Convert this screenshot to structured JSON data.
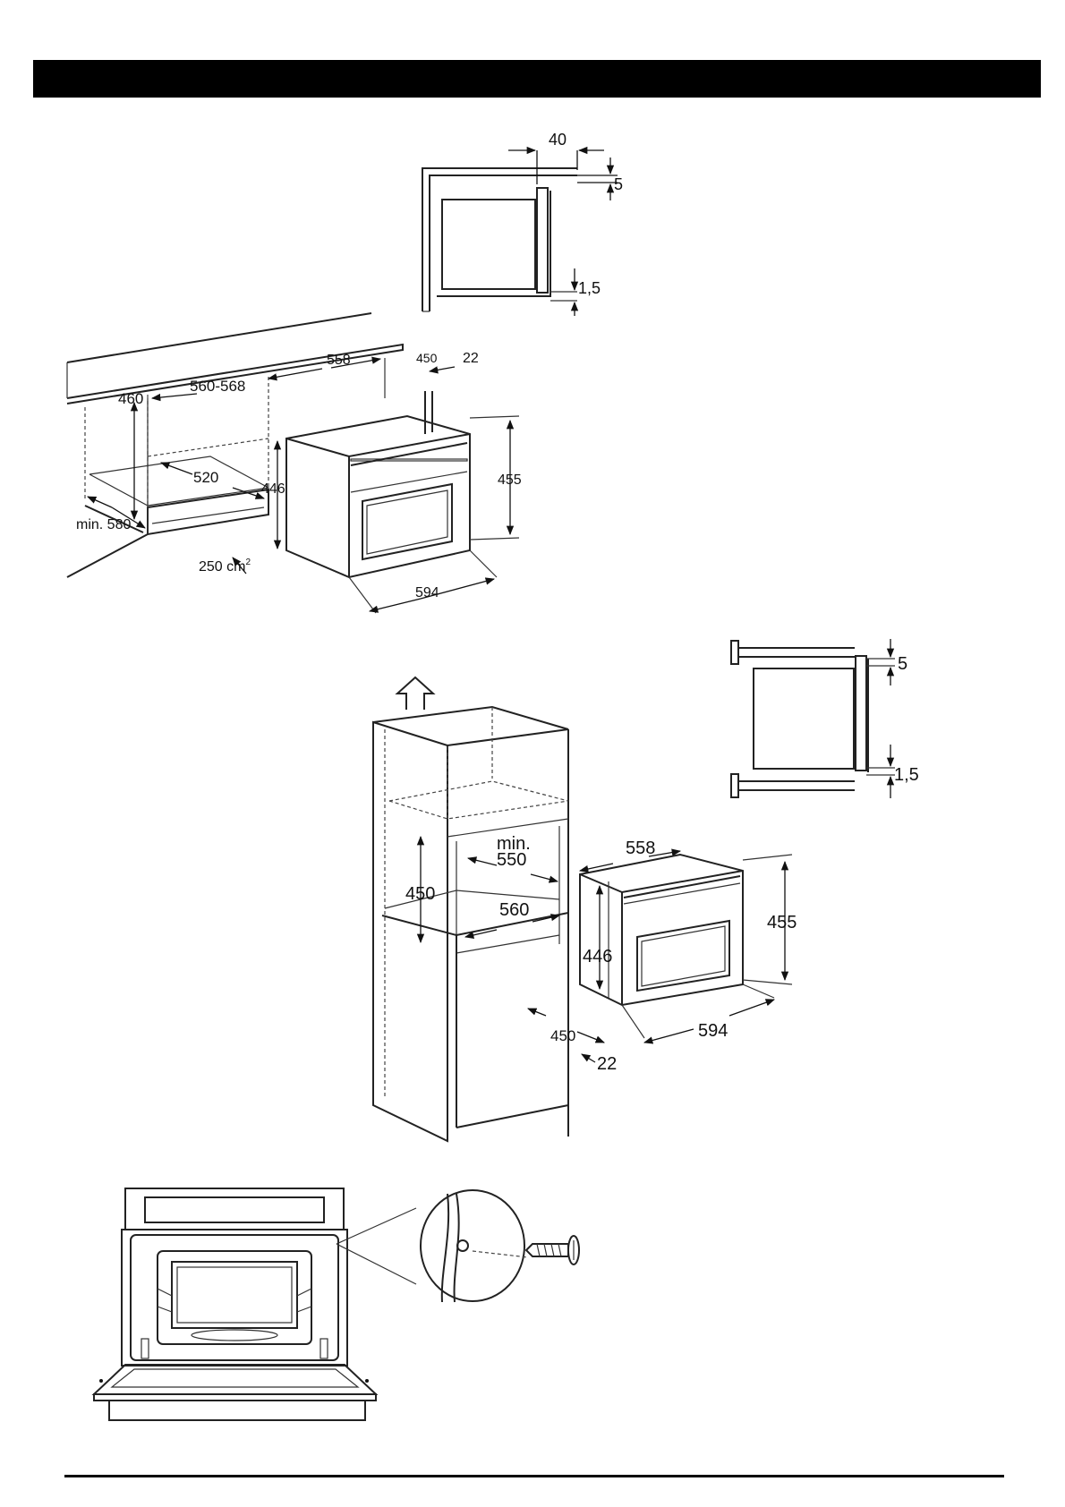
{
  "diagram1": {
    "dim_top": "40",
    "dim_right_top": "5",
    "dim_right_bottom": "1,5"
  },
  "diagram2": {
    "cabinet_height": "460",
    "cabinet_width": "560-568",
    "cabinet_floor_depth": "520",
    "cabinet_depth": "min. 580",
    "vent_area": "250 cm",
    "vent_area_exp": "2",
    "oven_depth": "558",
    "oven_panel_depth": "450",
    "oven_panel_thickness": "22",
    "oven_body_height": "446",
    "oven_total_height": "455",
    "oven_width": "594"
  },
  "diagram3": {
    "dim_top": "5",
    "dim_bottom": "1,5"
  },
  "diagram4": {
    "niche_depth_min_label": "min.",
    "niche_depth_min_value": "550",
    "niche_height": "450",
    "niche_width": "560",
    "oven_depth": "558",
    "oven_body_height": "446",
    "oven_total_height": "455",
    "oven_panel_depth": "450",
    "oven_panel_thickness": "22",
    "oven_width": "594"
  },
  "icons": [
    "arrow-up-icon",
    "screw-icon",
    "arrowhead-icon"
  ]
}
